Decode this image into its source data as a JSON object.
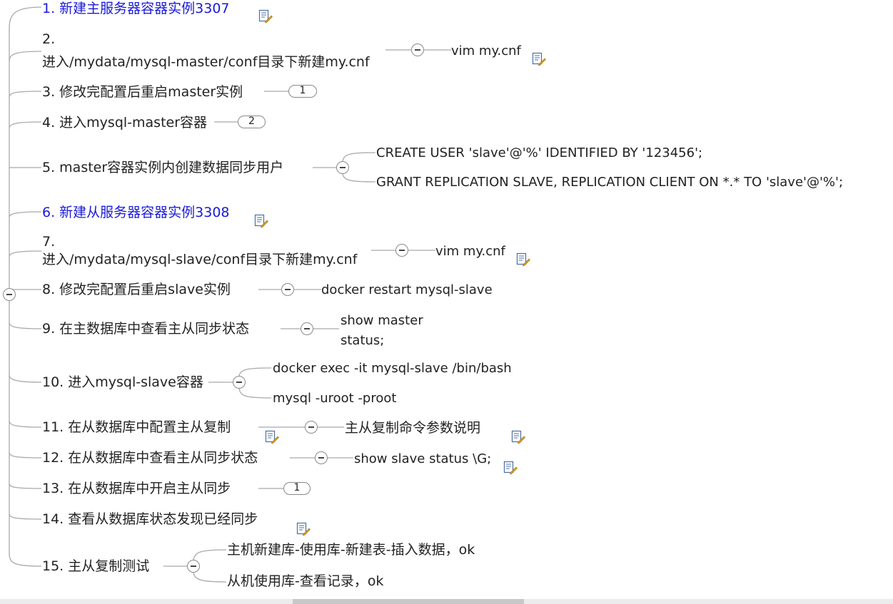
{
  "root_toggle": "collapse",
  "items": [
    {
      "label": "1. 新建主服务器容器实例3307",
      "link": true,
      "note": true
    },
    {
      "label_line1": "2.",
      "label_line2": "进入/mydata/mysql-master/conf目录下新建my.cnf",
      "children": [
        "vim my.cnf"
      ]
    },
    {
      "label": "3. 修改完配置后重启master实例",
      "badge": "1"
    },
    {
      "label": "4. 进入mysql-master容器",
      "badge": "2"
    },
    {
      "label": "5. master容器实例内创建数据同步用户",
      "children": [
        "CREATE USER 'slave'@'%' IDENTIFIED BY '123456';",
        "GRANT REPLICATION SLAVE, REPLICATION CLIENT ON *.* TO 'slave'@'%';"
      ]
    },
    {
      "label": "6. 新建从服务器容器实例3308",
      "link": true,
      "note": true
    },
    {
      "label_line1": "7.",
      "label_line2": "进入/mydata/mysql-slave/conf目录下新建my.cnf",
      "children": [
        "vim my.cnf"
      ]
    },
    {
      "label": "8. 修改完配置后重启slave实例",
      "children": [
        "docker restart mysql-slave"
      ]
    },
    {
      "label": "9. 在主数据库中查看主从同步状态",
      "children": [
        "show master status;"
      ]
    },
    {
      "label": "10. 进入mysql-slave容器",
      "children": [
        "docker exec -it mysql-slave /bin/bash",
        "mysql -uroot -proot"
      ]
    },
    {
      "label": "11. 在从数据库中配置主从复制",
      "note": true,
      "children": [
        "主从复制命令参数说明"
      ]
    },
    {
      "label": "12. 在从数据库中查看主从同步状态",
      "children": [
        "show slave status \\G;"
      ]
    },
    {
      "label": "13. 在从数据库中开启主从同步",
      "badge": "1"
    },
    {
      "label": "14. 查看从数据库状态发现已经同步",
      "note": true
    },
    {
      "label": "15. 主从复制测试",
      "children": [
        "主机新建库-使用库-新建表-插入数据，ok",
        "从机使用库-查看记录，ok"
      ]
    }
  ],
  "icons": {
    "note": "note-icon",
    "collapse": "collapse-icon"
  }
}
